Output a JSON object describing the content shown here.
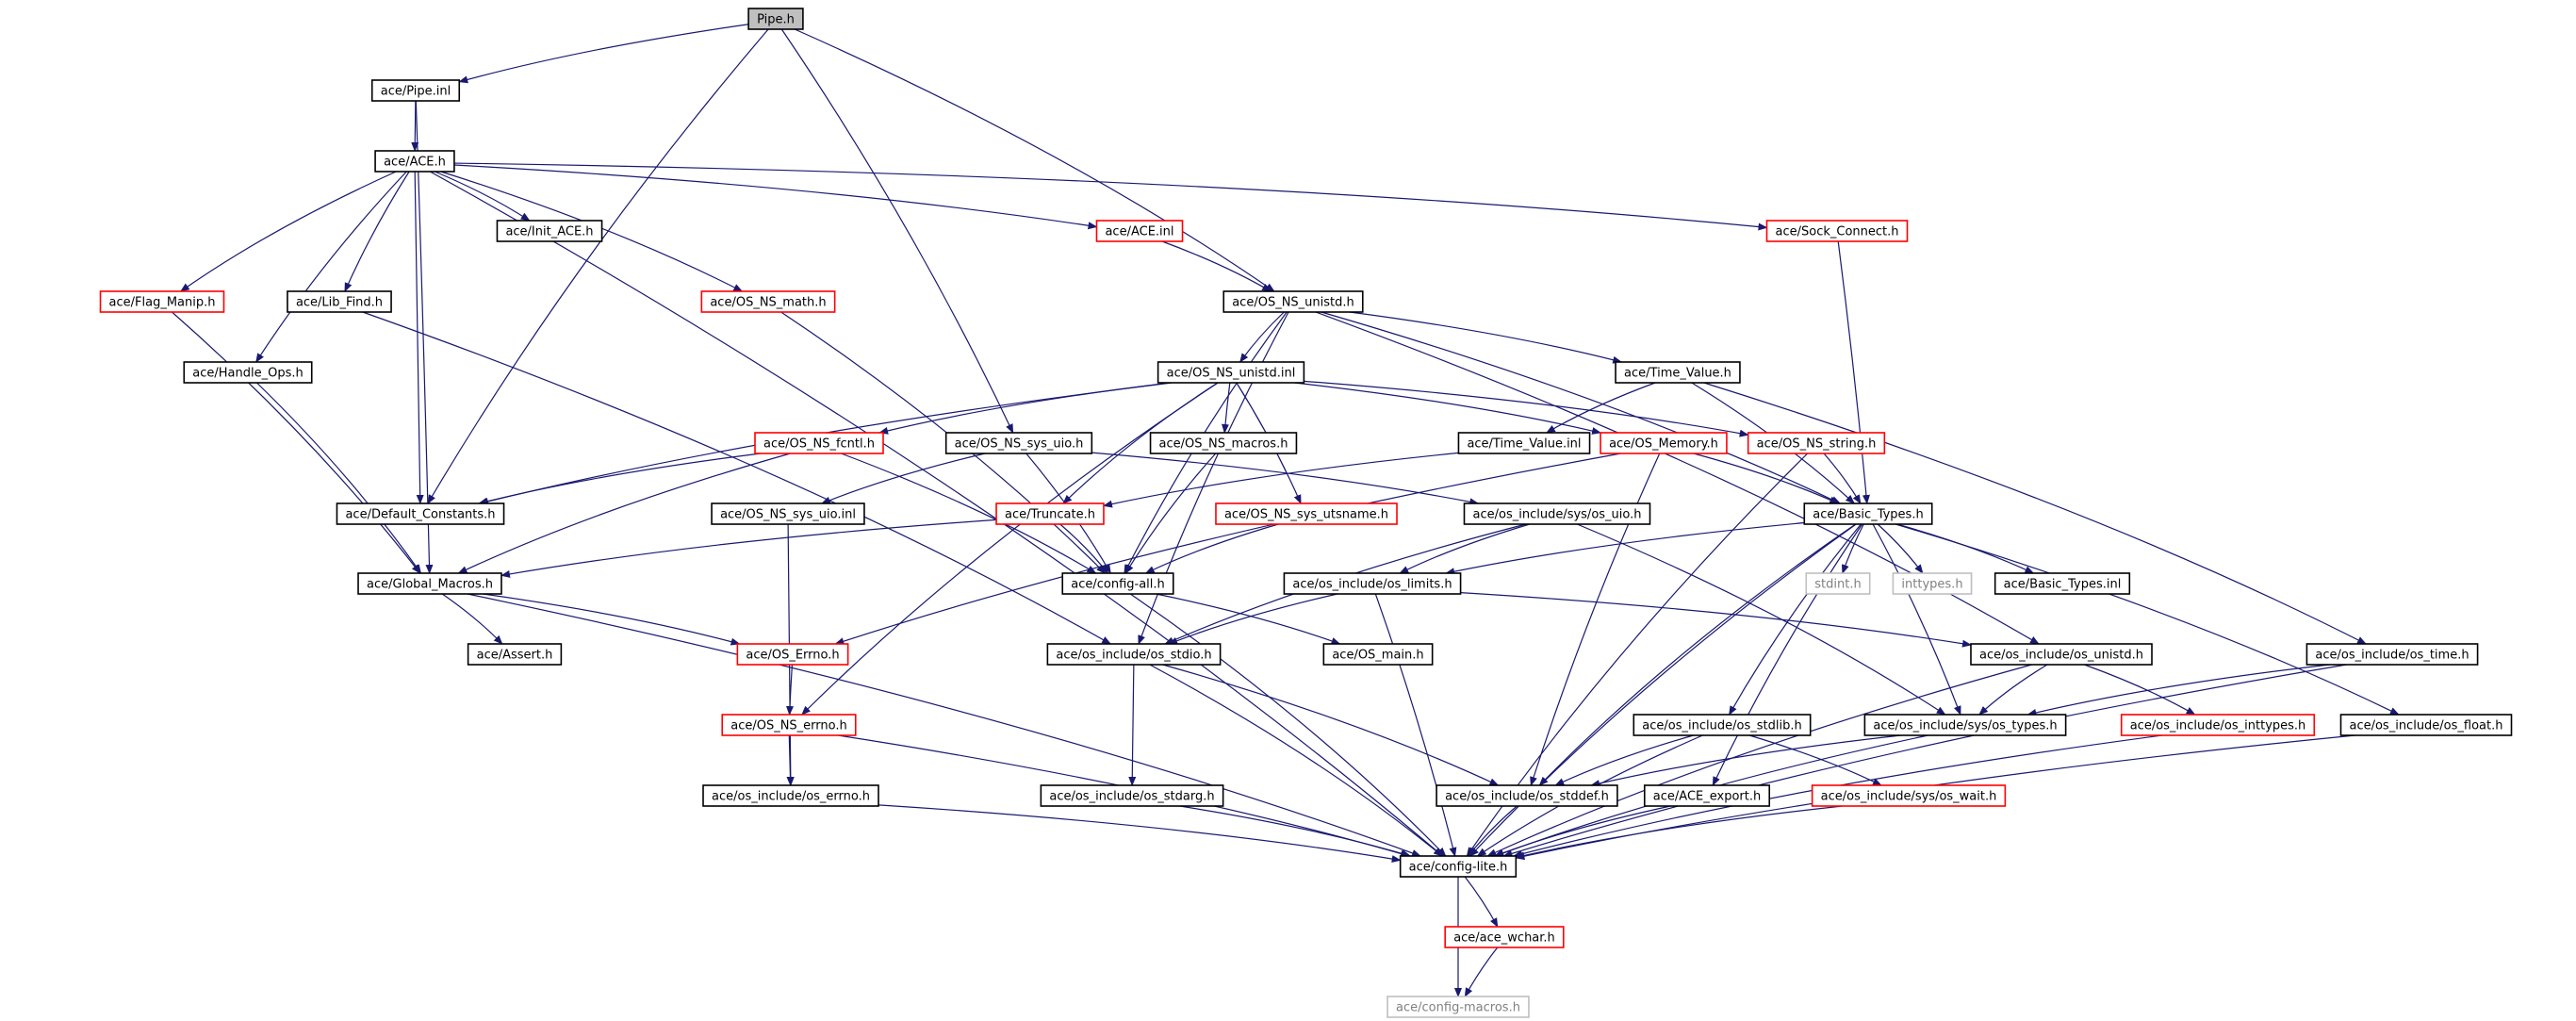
{
  "diagram": {
    "colors": {
      "edge": "#191970",
      "root_fill": "#bfbfbf",
      "normal_border": "#000000",
      "truncated_border": "#ff0000",
      "external_border": "#bfbfbf",
      "external_text": "#808080",
      "text": "#000000"
    },
    "nodes": [
      {
        "id": "pipe_h",
        "label": "Pipe.h",
        "style": "root"
      },
      {
        "id": "pipe_inl",
        "label": "ace/Pipe.inl",
        "style": "normal"
      },
      {
        "id": "ace_h",
        "label": "ace/ACE.h",
        "style": "normal"
      },
      {
        "id": "init_ace_h",
        "label": "ace/Init_ACE.h",
        "style": "normal"
      },
      {
        "id": "ace_inl",
        "label": "ace/ACE.inl",
        "style": "truncated"
      },
      {
        "id": "sock_connect_h",
        "label": "ace/Sock_Connect.h",
        "style": "truncated"
      },
      {
        "id": "flag_manip_h",
        "label": "ace/Flag_Manip.h",
        "style": "truncated"
      },
      {
        "id": "lib_find_h",
        "label": "ace/Lib_Find.h",
        "style": "normal"
      },
      {
        "id": "os_ns_math_h",
        "label": "ace/OS_NS_math.h",
        "style": "truncated"
      },
      {
        "id": "os_ns_unistd_h",
        "label": "ace/OS_NS_unistd.h",
        "style": "normal"
      },
      {
        "id": "handle_ops_h",
        "label": "ace/Handle_Ops.h",
        "style": "normal"
      },
      {
        "id": "os_ns_unistd_inl",
        "label": "ace/OS_NS_unistd.inl",
        "style": "normal"
      },
      {
        "id": "time_value_h",
        "label": "ace/Time_Value.h",
        "style": "normal"
      },
      {
        "id": "os_ns_fcntl_h",
        "label": "ace/OS_NS_fcntl.h",
        "style": "truncated"
      },
      {
        "id": "os_ns_sys_uio_h",
        "label": "ace/OS_NS_sys_uio.h",
        "style": "normal"
      },
      {
        "id": "os_ns_macros_h",
        "label": "ace/OS_NS_macros.h",
        "style": "normal"
      },
      {
        "id": "time_value_inl",
        "label": "ace/Time_Value.inl",
        "style": "normal"
      },
      {
        "id": "os_memory_h",
        "label": "ace/OS_Memory.h",
        "style": "truncated"
      },
      {
        "id": "os_ns_string_h",
        "label": "ace/OS_NS_string.h",
        "style": "truncated"
      },
      {
        "id": "default_constants_h",
        "label": "ace/Default_Constants.h",
        "style": "normal"
      },
      {
        "id": "os_ns_sys_uio_inl",
        "label": "ace/OS_NS_sys_uio.inl",
        "style": "normal"
      },
      {
        "id": "truncate_h",
        "label": "ace/Truncate.h",
        "style": "truncated"
      },
      {
        "id": "os_ns_sys_utsname_h",
        "label": "ace/OS_NS_sys_utsname.h",
        "style": "truncated"
      },
      {
        "id": "os_uio_h",
        "label": "ace/os_include/sys/os_uio.h",
        "style": "normal"
      },
      {
        "id": "basic_types_h",
        "label": "ace/Basic_Types.h",
        "style": "normal"
      },
      {
        "id": "global_macros_h",
        "label": "ace/Global_Macros.h",
        "style": "normal"
      },
      {
        "id": "config_all_h",
        "label": "ace/config-all.h",
        "style": "normal"
      },
      {
        "id": "os_limits_h",
        "label": "ace/os_include/os_limits.h",
        "style": "normal"
      },
      {
        "id": "stdint_h",
        "label": "stdint.h",
        "style": "external"
      },
      {
        "id": "inttypes_h",
        "label": "inttypes.h",
        "style": "external"
      },
      {
        "id": "basic_types_inl",
        "label": "ace/Basic_Types.inl",
        "style": "normal"
      },
      {
        "id": "assert_h",
        "label": "ace/Assert.h",
        "style": "normal"
      },
      {
        "id": "os_errno_ace_h",
        "label": "ace/OS_Errno.h",
        "style": "truncated"
      },
      {
        "id": "os_stdio_h",
        "label": "ace/os_include/os_stdio.h",
        "style": "normal"
      },
      {
        "id": "os_main_h",
        "label": "ace/OS_main.h",
        "style": "normal"
      },
      {
        "id": "os_unistd_h",
        "label": "ace/os_include/os_unistd.h",
        "style": "normal"
      },
      {
        "id": "os_time_h",
        "label": "ace/os_include/os_time.h",
        "style": "normal"
      },
      {
        "id": "os_ns_errno_h",
        "label": "ace/OS_NS_errno.h",
        "style": "truncated"
      },
      {
        "id": "os_stdlib_h",
        "label": "ace/os_include/os_stdlib.h",
        "style": "normal"
      },
      {
        "id": "os_types_h",
        "label": "ace/os_include/sys/os_types.h",
        "style": "normal"
      },
      {
        "id": "os_inttypes_h",
        "label": "ace/os_include/os_inttypes.h",
        "style": "truncated"
      },
      {
        "id": "os_float_h",
        "label": "ace/os_include/os_float.h",
        "style": "normal"
      },
      {
        "id": "os_errno_h",
        "label": "ace/os_include/os_errno.h",
        "style": "normal"
      },
      {
        "id": "os_stdarg_h",
        "label": "ace/os_include/os_stdarg.h",
        "style": "normal"
      },
      {
        "id": "os_stddef_h",
        "label": "ace/os_include/os_stddef.h",
        "style": "normal"
      },
      {
        "id": "ace_export_h",
        "label": "ace/ACE_export.h",
        "style": "normal"
      },
      {
        "id": "os_wait_h",
        "label": "ace/os_include/sys/os_wait.h",
        "style": "truncated"
      },
      {
        "id": "config_lite_h",
        "label": "ace/config-lite.h",
        "style": "normal"
      },
      {
        "id": "ace_wchar_h",
        "label": "ace/ace_wchar.h",
        "style": "truncated"
      },
      {
        "id": "config_macros_h",
        "label": "ace/config-macros.h",
        "style": "external"
      }
    ],
    "edges": [
      [
        "pipe_h",
        "pipe_inl"
      ],
      [
        "pipe_h",
        "default_constants_h"
      ],
      [
        "pipe_h",
        "os_ns_sys_uio_h"
      ],
      [
        "pipe_h",
        "os_ns_unistd_h"
      ],
      [
        "pipe_inl",
        "ace_h"
      ],
      [
        "pipe_inl",
        "global_macros_h"
      ],
      [
        "ace_h",
        "init_ace_h"
      ],
      [
        "ace_h",
        "ace_inl"
      ],
      [
        "ace_h",
        "sock_connect_h"
      ],
      [
        "ace_h",
        "flag_manip_h"
      ],
      [
        "ace_h",
        "lib_find_h"
      ],
      [
        "ace_h",
        "os_ns_math_h"
      ],
      [
        "ace_h",
        "handle_ops_h"
      ],
      [
        "ace_h",
        "default_constants_h"
      ],
      [
        "ace_h",
        "config_lite_h"
      ],
      [
        "ace_inl",
        "os_ns_unistd_h"
      ],
      [
        "sock_connect_h",
        "basic_types_h"
      ],
      [
        "flag_manip_h",
        "global_macros_h"
      ],
      [
        "lib_find_h",
        "os_stdio_h"
      ],
      [
        "os_ns_math_h",
        "config_all_h"
      ],
      [
        "handle_ops_h",
        "global_macros_h"
      ],
      [
        "os_ns_unistd_h",
        "os_ns_unistd_inl"
      ],
      [
        "os_ns_unistd_h",
        "time_value_h"
      ],
      [
        "os_ns_unistd_h",
        "basic_types_h"
      ],
      [
        "os_ns_unistd_h",
        "config_all_h"
      ],
      [
        "os_ns_unistd_h",
        "os_unistd_h"
      ],
      [
        "os_ns_unistd_h",
        "os_stdio_h"
      ],
      [
        "os_ns_unistd_inl",
        "os_ns_fcntl_h"
      ],
      [
        "os_ns_unistd_inl",
        "os_ns_macros_h"
      ],
      [
        "os_ns_unistd_inl",
        "os_memory_h"
      ],
      [
        "os_ns_unistd_inl",
        "os_ns_string_h"
      ],
      [
        "os_ns_unistd_inl",
        "truncate_h"
      ],
      [
        "os_ns_unistd_inl",
        "os_ns_sys_utsname_h"
      ],
      [
        "os_ns_unistd_inl",
        "default_constants_h"
      ],
      [
        "os_ns_unistd_inl",
        "os_ns_errno_h"
      ],
      [
        "time_value_h",
        "time_value_inl"
      ],
      [
        "time_value_h",
        "basic_types_h"
      ],
      [
        "time_value_h",
        "os_time_h"
      ],
      [
        "os_ns_fcntl_h",
        "default_constants_h"
      ],
      [
        "os_ns_fcntl_h",
        "global_macros_h"
      ],
      [
        "os_ns_fcntl_h",
        "config_all_h"
      ],
      [
        "os_ns_sys_uio_h",
        "os_ns_sys_uio_inl"
      ],
      [
        "os_ns_sys_uio_h",
        "os_uio_h"
      ],
      [
        "os_ns_sys_uio_h",
        "config_all_h"
      ],
      [
        "os_ns_macros_h",
        "config_all_h"
      ],
      [
        "time_value_inl",
        "truncate_h"
      ],
      [
        "os_memory_h",
        "basic_types_h"
      ],
      [
        "os_memory_h",
        "os_errno_ace_h"
      ],
      [
        "os_memory_h",
        "os_stddef_h"
      ],
      [
        "os_ns_string_h",
        "basic_types_h"
      ],
      [
        "os_ns_string_h",
        "config_lite_h"
      ],
      [
        "os_ns_sys_uio_inl",
        "os_errno_h"
      ],
      [
        "truncate_h",
        "global_macros_h"
      ],
      [
        "truncate_h",
        "config_all_h"
      ],
      [
        "os_ns_sys_utsname_h",
        "config_all_h"
      ],
      [
        "os_uio_h",
        "os_limits_h"
      ],
      [
        "os_uio_h",
        "os_types_h"
      ],
      [
        "os_uio_h",
        "os_stdio_h"
      ],
      [
        "basic_types_h",
        "os_limits_h"
      ],
      [
        "basic_types_h",
        "stdint_h"
      ],
      [
        "basic_types_h",
        "inttypes_h"
      ],
      [
        "basic_types_h",
        "basic_types_inl"
      ],
      [
        "basic_types_h",
        "os_stdlib_h"
      ],
      [
        "basic_types_h",
        "os_types_h"
      ],
      [
        "basic_types_h",
        "ace_export_h"
      ],
      [
        "basic_types_h",
        "os_stddef_h"
      ],
      [
        "basic_types_h",
        "os_float_h"
      ],
      [
        "basic_types_h",
        "config_lite_h"
      ],
      [
        "global_macros_h",
        "assert_h"
      ],
      [
        "global_macros_h",
        "os_errno_ace_h"
      ],
      [
        "global_macros_h",
        "config_lite_h"
      ],
      [
        "config_all_h",
        "os_main_h"
      ],
      [
        "config_all_h",
        "config_lite_h"
      ],
      [
        "os_limits_h",
        "os_unistd_h"
      ],
      [
        "os_limits_h",
        "os_stdio_h"
      ],
      [
        "os_limits_h",
        "config_lite_h"
      ],
      [
        "os_errno_ace_h",
        "os_ns_errno_h"
      ],
      [
        "os_stdio_h",
        "os_stdarg_h"
      ],
      [
        "os_stdio_h",
        "os_stddef_h"
      ],
      [
        "os_stdio_h",
        "config_lite_h"
      ],
      [
        "os_unistd_h",
        "os_types_h"
      ],
      [
        "os_unistd_h",
        "os_inttypes_h"
      ],
      [
        "os_unistd_h",
        "config_lite_h"
      ],
      [
        "os_time_h",
        "os_types_h"
      ],
      [
        "os_time_h",
        "config_lite_h"
      ],
      [
        "os_ns_errno_h",
        "os_errno_h"
      ],
      [
        "os_ns_errno_h",
        "config_lite_h"
      ],
      [
        "os_stdlib_h",
        "os_stddef_h"
      ],
      [
        "os_stdlib_h",
        "os_wait_h"
      ],
      [
        "os_stdlib_h",
        "config_lite_h"
      ],
      [
        "os_types_h",
        "os_stddef_h"
      ],
      [
        "os_types_h",
        "config_lite_h"
      ],
      [
        "os_inttypes_h",
        "config_lite_h"
      ],
      [
        "os_float_h",
        "config_lite_h"
      ],
      [
        "os_errno_h",
        "config_lite_h"
      ],
      [
        "os_stdarg_h",
        "config_lite_h"
      ],
      [
        "os_stddef_h",
        "config_lite_h"
      ],
      [
        "ace_export_h",
        "config_lite_h"
      ],
      [
        "os_wait_h",
        "config_lite_h"
      ],
      [
        "config_lite_h",
        "ace_wchar_h"
      ],
      [
        "config_lite_h",
        "config_macros_h"
      ],
      [
        "ace_wchar_h",
        "config_macros_h"
      ]
    ]
  }
}
